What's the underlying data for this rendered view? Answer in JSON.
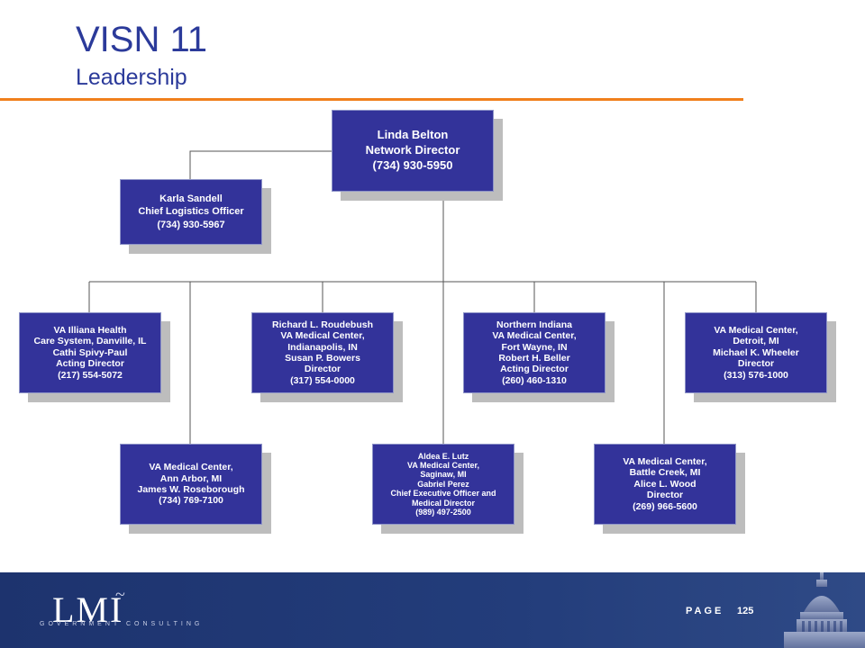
{
  "header": {
    "title": "VISN 11",
    "subtitle": "Leadership"
  },
  "org_chart": {
    "top": {
      "lines": [
        "Linda Belton",
        "Network Director",
        "(734) 930-5950"
      ]
    },
    "staff": {
      "lines": [
        "Karla Sandell",
        "Chief Logistics Officer",
        "(734) 930-5967"
      ]
    },
    "row1": [
      {
        "lines": [
          "VA Illiana Health",
          "Care System, Danville, IL",
          "Cathi Spivy-Paul",
          "Acting Director",
          "(217) 554-5072"
        ]
      },
      {
        "lines": [
          "Richard L. Roudebush",
          "VA Medical Center,",
          "Indianapolis, IN",
          "Susan P. Bowers",
          "Director",
          "(317) 554-0000"
        ]
      },
      {
        "lines": [
          "Northern Indiana",
          "VA Medical Center,",
          "Fort Wayne, IN",
          "Robert H. Beller",
          "Acting Director",
          "(260) 460-1310"
        ]
      },
      {
        "lines": [
          "VA Medical Center,",
          "Detroit, MI",
          "Michael K. Wheeler",
          "Director",
          "(313) 576-1000"
        ]
      }
    ],
    "row2": [
      {
        "lines": [
          "VA Medical Center,",
          "Ann Arbor, MI",
          "James W. Roseborough",
          "(734) 769-7100"
        ]
      },
      {
        "lines": [
          "Aldea E. Lutz",
          "VA Medical Center,",
          "Saginaw, MI",
          "Gabriel Perez",
          "Chief Executive Officer and",
          "Medical Director",
          "(989) 497-2500"
        ]
      },
      {
        "lines": [
          "VA Medical Center,",
          "Battle Creek, MI",
          "Alice L. Wood",
          "Director",
          "(269) 966-5600"
        ]
      }
    ]
  },
  "footer": {
    "logo": "LMI",
    "logo_tagline": "GOVERNMENT CONSULTING",
    "page_label": "PAGE",
    "page_number": "125"
  },
  "colors": {
    "title": "#2b3a9a",
    "rule": "#f07f1c",
    "box": "#33339a",
    "footer": "#1d336e"
  }
}
